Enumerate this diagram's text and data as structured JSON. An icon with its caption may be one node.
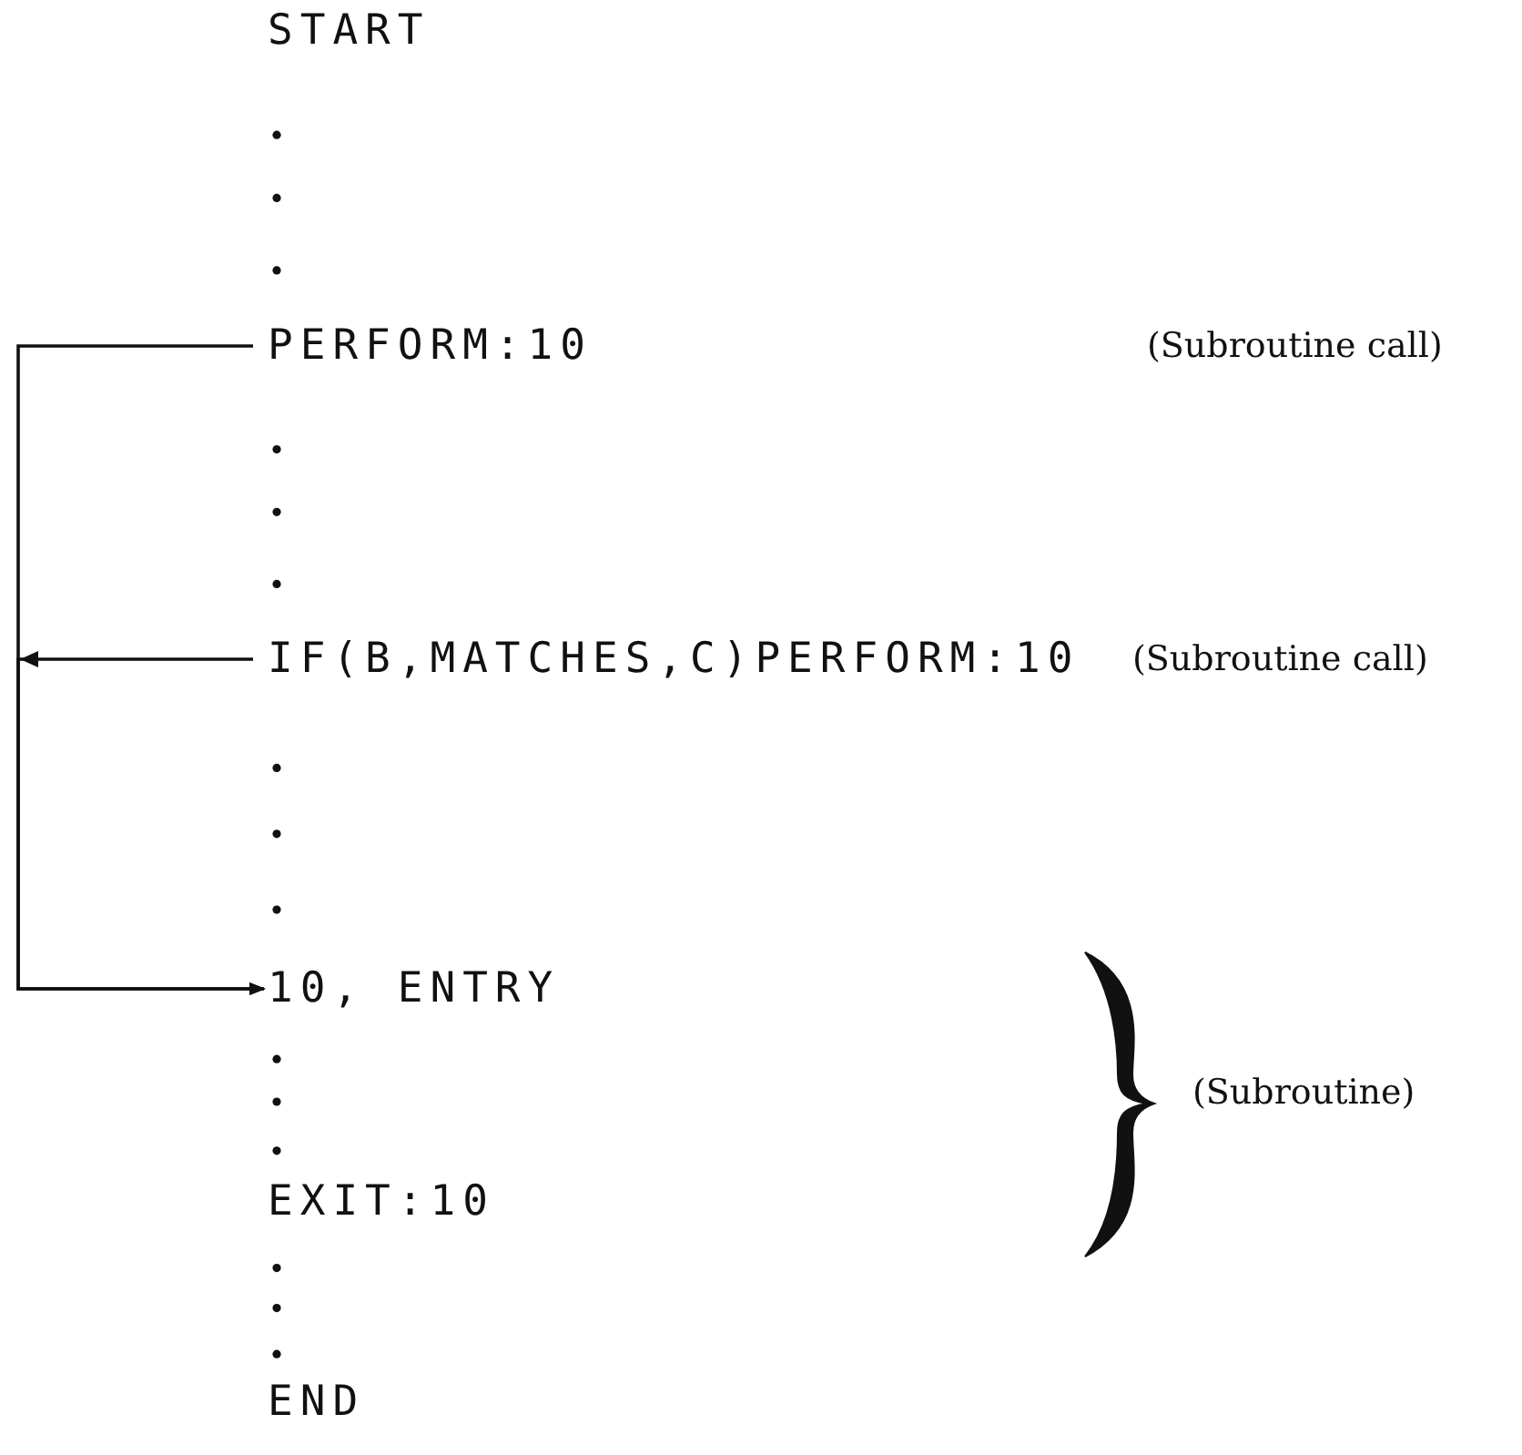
{
  "diagram": {
    "nodes": [
      {
        "text": [
          "PERFORM:10"
        ]
      },
      {
        "text": [
          "IF(B,MATCHES,C)PERFORM:10"
        ]
      },
      {
        "text": [
          "10, ENTRY"
        ]
      }
    ],
    "edges": [
      {
        "from": 0,
        "to": 2,
        "arrow": "to"
      },
      {
        "from": 1,
        "to": 2,
        "arrow": "to"
      }
    ],
    "labels": [
      "START",
      "(Subroutine call)",
      "(Subroutine call)",
      "EXIT:10",
      "END",
      "(Subroutine)"
    ]
  }
}
